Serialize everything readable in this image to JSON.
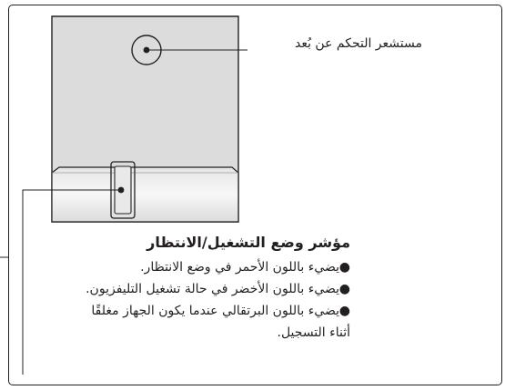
{
  "callouts": {
    "remote_sensor": "مستشعر التحكم عن بُعد",
    "indicator_title": "مؤشر وضع التشغيل/الانتظار",
    "bullets": [
      "يضيء باللون الأحمر في وضع الانتظار.",
      "يضيء باللون الأخضر في حالة تشغيل التليفزيون.",
      "يضيء باللون البرتقالي عندما يكون الجهاز مغلقًا",
      "أثناء التسجيل."
    ]
  },
  "colors": {
    "panel_fill": "#dcdcdd",
    "line": "#231f20",
    "frame_border": "#231f20"
  }
}
